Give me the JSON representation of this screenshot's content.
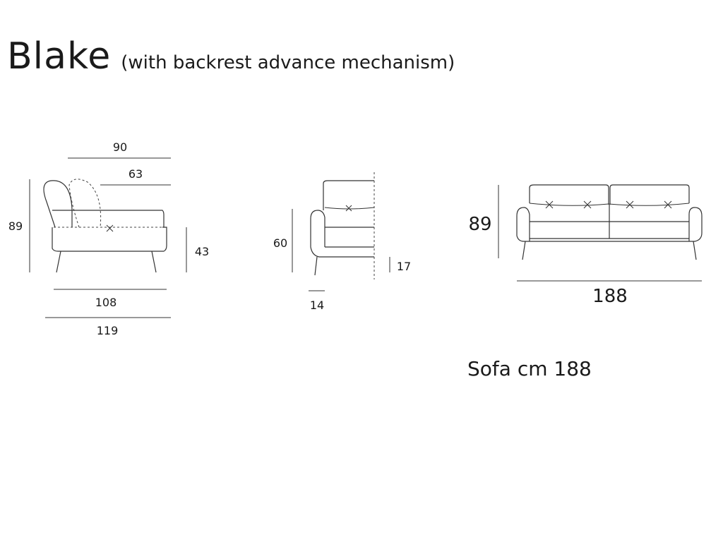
{
  "title": {
    "main": "Blake",
    "subtitle": "(with backrest advance mechanism)"
  },
  "side_view": {
    "depth_top": "90",
    "depth_seat": "63",
    "height_total": "89",
    "height_seat": "43",
    "depth_base": "108",
    "depth_extended": "119"
  },
  "armrest_view": {
    "height_arm": "60",
    "arm_width": "14",
    "leg_height": "17"
  },
  "front_view": {
    "height": "89",
    "width": "188"
  },
  "caption": "Sofa cm 188"
}
